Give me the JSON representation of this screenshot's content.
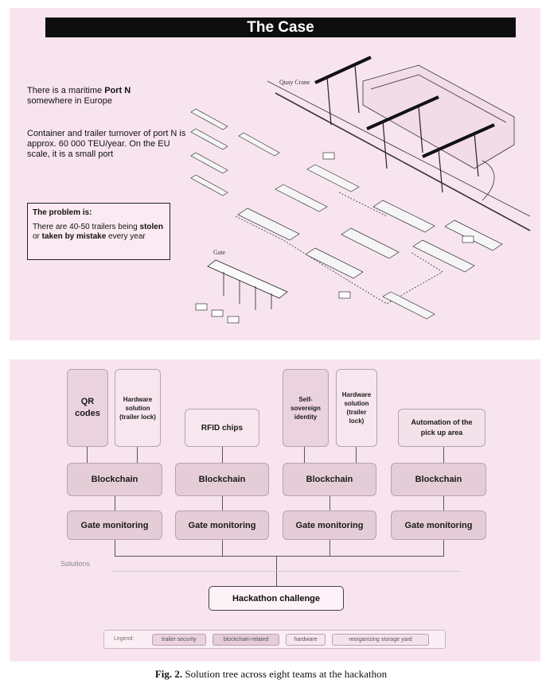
{
  "slide": {
    "title": "The Case",
    "intro_pre": "There is a maritime ",
    "intro_bold": "Port N",
    "intro_post": " somewhere in Europe",
    "turnover": "Container and trailer turnover of port N is approx. 60 000 TEU/year. On the EU scale, it is a small port",
    "problem_title": "The problem is:",
    "problem_pre": "There are 40-50 trailers being ",
    "problem_bold1": "stolen",
    "problem_mid": " or ",
    "problem_bold2": "taken by mistake",
    "problem_post": " every year",
    "port_labels": {
      "quay_crane": "Quay Crane",
      "gate": "Gate"
    }
  },
  "tree": {
    "solutions_label": "Solutions",
    "teams": [
      {
        "lines": [
          "QR",
          "codes"
        ],
        "kind": "trailer security"
      },
      {
        "lines": [
          "Hardware",
          "solution",
          "(trailer lock)"
        ],
        "kind": "hardware"
      },
      {
        "lines": [
          "RFID chips"
        ],
        "kind": "hardware"
      },
      {
        "lines": [
          "Self-",
          "sovereign",
          "identity"
        ],
        "kind": "trailer security"
      },
      {
        "lines": [
          "Hardware",
          "solution",
          "(trailer",
          "lock)"
        ],
        "kind": "hardware"
      },
      {
        "lines": [
          "Automation of the",
          "pick up area"
        ],
        "kind": "reorganizing storage yard"
      }
    ],
    "blockchain_label": "Blockchain",
    "gate_label": "Gate monitoring",
    "challenge": "Hackathon challenge",
    "legend": {
      "label": "Legend:",
      "items": [
        "trailer security",
        "blockchain-related",
        "hardware",
        "reorganizing storage yard"
      ]
    }
  },
  "caption": {
    "fig": "Fig. 2.",
    "text": " Solution tree across eight teams at the hackathon"
  }
}
